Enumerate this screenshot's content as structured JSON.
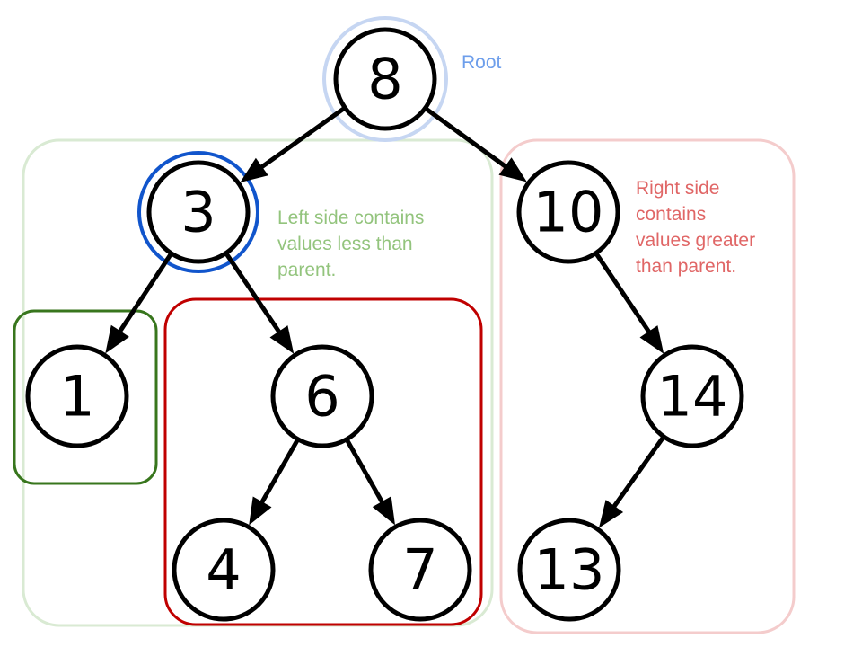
{
  "colors": {
    "root_ring": "#c6d6f2",
    "root_text": "#6d9eeb",
    "left_box": "#d9ead3",
    "left_text": "#93c47d",
    "right_box": "#f4cccc",
    "right_text": "#e06666",
    "node_three_ring": "#1155cc",
    "leaf_one_box": "#38761d",
    "subtree_six_box": "#c00000"
  },
  "annotations": {
    "root": "Root",
    "left": [
      "Left side contains",
      "values less than",
      "parent."
    ],
    "right": [
      "Right side",
      "contains",
      "values greater",
      "than parent."
    ]
  },
  "tree": {
    "nodes": [
      {
        "id": "n8",
        "value": "8"
      },
      {
        "id": "n3",
        "value": "3"
      },
      {
        "id": "n10",
        "value": "10"
      },
      {
        "id": "n1",
        "value": "1"
      },
      {
        "id": "n6",
        "value": "6"
      },
      {
        "id": "n14",
        "value": "14"
      },
      {
        "id": "n4",
        "value": "4"
      },
      {
        "id": "n7",
        "value": "7"
      },
      {
        "id": "n13",
        "value": "13"
      }
    ],
    "edges": [
      {
        "from": "n8",
        "to": "n3"
      },
      {
        "from": "n8",
        "to": "n10"
      },
      {
        "from": "n3",
        "to": "n1"
      },
      {
        "from": "n3",
        "to": "n6"
      },
      {
        "from": "n6",
        "to": "n4"
      },
      {
        "from": "n6",
        "to": "n7"
      },
      {
        "from": "n10",
        "to": "n14"
      },
      {
        "from": "n14",
        "to": "n13"
      }
    ]
  }
}
